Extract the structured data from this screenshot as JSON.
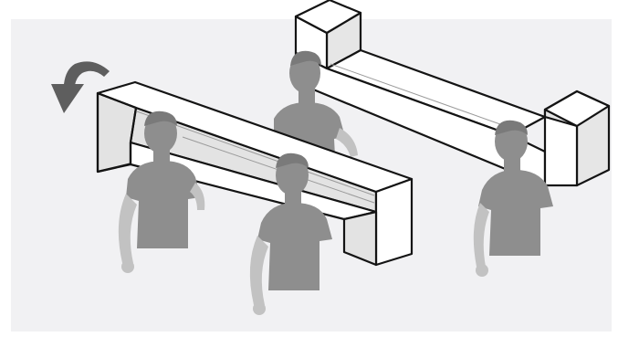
{
  "illustration": {
    "colors": {
      "page": "#ffffff",
      "panel": "#f1f1f3",
      "outline": "#141414",
      "beam_face": "#ffffff",
      "beam_side": "#e6e6e6",
      "beam_inner": "#e3e3e3",
      "person_dark": "#8e8e8e",
      "person_light": "#c2c2c2",
      "arrow": "#5e5e5e"
    },
    "icons": [
      "rotate-arrow-icon"
    ],
    "figures": {
      "left_beam": "inverted-u-channel",
      "right_beam": "solid-l-profile",
      "people": 4
    }
  }
}
